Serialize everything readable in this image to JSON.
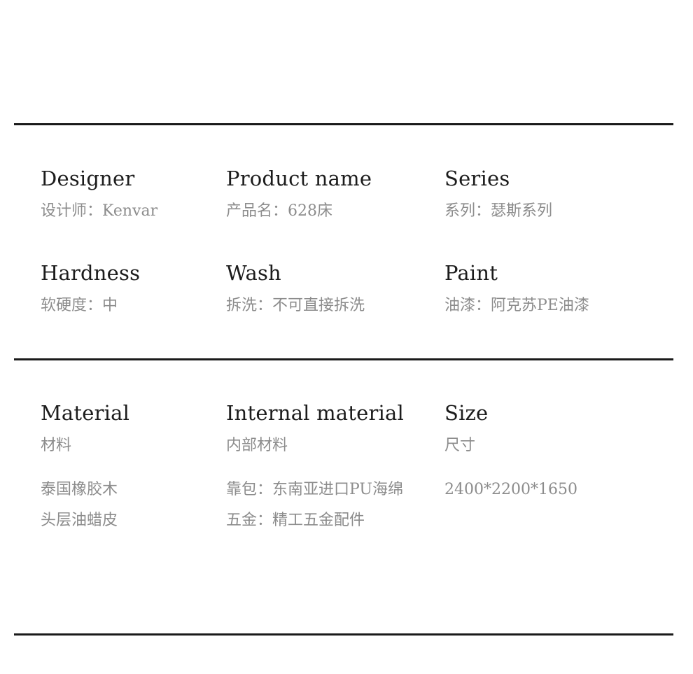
{
  "specs": {
    "designer": {
      "label": "Designer",
      "value": "设计师：Kenvar"
    },
    "product_name": {
      "label": "Product name",
      "value": "产品名：628床"
    },
    "series": {
      "label": "Series",
      "value": "系列：瑟斯系列"
    },
    "hardness": {
      "label": "Hardness",
      "value": "软硬度：中"
    },
    "wash": {
      "label": "Wash",
      "value": "拆洗：不可直接拆洗"
    },
    "paint": {
      "label": "Paint",
      "value": "油漆：阿克苏PE油漆"
    }
  },
  "materials": {
    "material": {
      "label": "Material",
      "sublabel": "材料",
      "items": [
        "泰国橡胶木",
        "头层油蜡皮"
      ]
    },
    "internal_material": {
      "label": "Internal material",
      "sublabel": "内部材料",
      "items": [
        "靠包：东南亚进口PU海绵",
        "五金：精工五金配件"
      ]
    },
    "size": {
      "label": "Size",
      "sublabel": "尺寸",
      "items": [
        "2400*2200*1650"
      ]
    }
  }
}
